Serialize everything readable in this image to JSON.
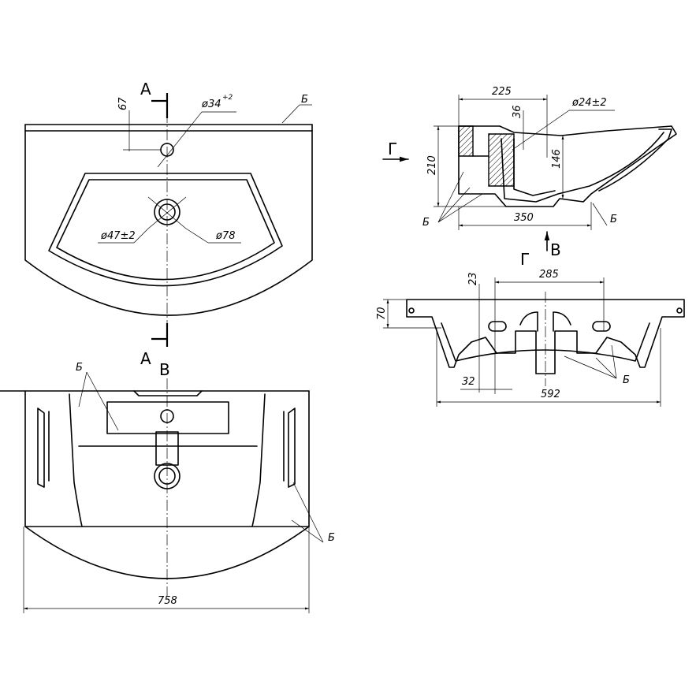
{
  "section_labels": {
    "a_top": "А",
    "a_bottom": "А",
    "v_arrow_top": "В",
    "v_view": "В",
    "g_arrow": "Г",
    "g_view": "Г"
  },
  "material_note": "Б",
  "top_view": {
    "dim_tap_offset": "67",
    "dim_tap_hole": "ø34",
    "dim_tap_hole_tol": "+2",
    "dim_drain_hole": "ø47±2",
    "dim_drain_outer": "ø78"
  },
  "section_view": {
    "dim_depth_225": "225",
    "dim_depth_36": "36",
    "dim_overflow": "ø24±2",
    "dim_height_210": "210",
    "dim_height_146": "146",
    "dim_width_350": "350"
  },
  "front_view": {
    "dim_285": "285",
    "dim_23": "23",
    "dim_70": "70",
    "dim_32": "32",
    "dim_592": "592"
  },
  "bottom_view": {
    "dim_width_758": "758"
  }
}
